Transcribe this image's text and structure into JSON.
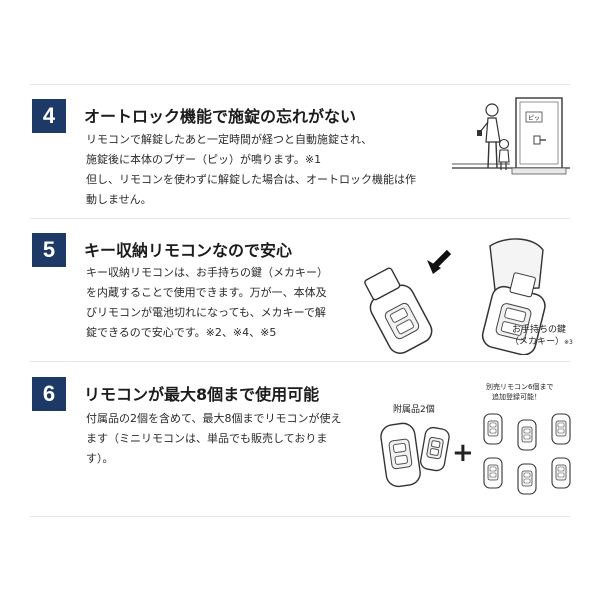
{
  "sections": [
    {
      "number": "4",
      "title": "オートロック機能で施錠の忘れがない",
      "lines": [
        "リモコンで解錠したあと一定時間が経つと自動施錠され、",
        "施錠後に本体のブザー（ピッ）が鳴ります。※1",
        "但し、リモコンを使わずに解錠した場合は、オートロック機能は作",
        "動しません。"
      ],
      "door_sign": "ピッ"
    },
    {
      "number": "5",
      "title": "キー収納リモコンなので安心",
      "lines": [
        "キー収納リモコンは、お手持ちの鍵（メカキー）",
        "を内蔵することで使用できます。万が一、本体及",
        "びリモコンが電池切れになっても、メカキーで解",
        "錠できるので安心です。※2、※4、※5"
      ],
      "key_caption_1": "お手持ちの鍵",
      "key_caption_2": "（メカキー）",
      "key_note": "※3"
    },
    {
      "number": "6",
      "title": "リモコンが最大8個まで使用可能",
      "lines": [
        "付属品の2個を含めて、最大8個までリモコンが使え",
        "ます（ミニリモコンは、単品でも販売しておりま",
        "す）。"
      ],
      "included_label": "附属品2個",
      "separate_label_1": "別売リモコン6個まで",
      "separate_label_2": "追加登録可能！",
      "plus": "+"
    }
  ]
}
